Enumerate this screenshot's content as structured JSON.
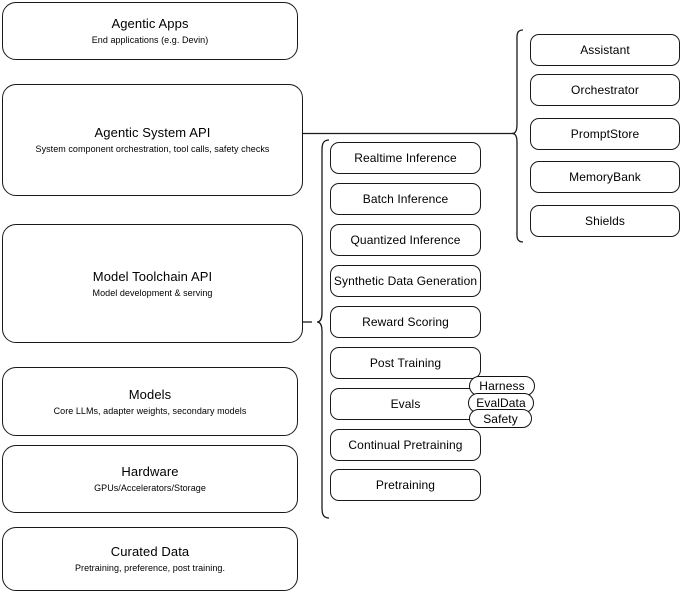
{
  "diagram": {
    "title": "Llama Stack layered architecture",
    "stroke_color": "#1a1a1a",
    "background_color": "#ffffff",
    "text_color": "#000000"
  },
  "layers": [
    {
      "name": "agentic-apps",
      "title": "Agentic Apps",
      "subtitle": "End applications (e.g. Devin)"
    },
    {
      "name": "agentic-system-api",
      "title": "Agentic System API",
      "subtitle": "System component orchestration, tool calls, safety checks"
    },
    {
      "name": "model-toolchain-api",
      "title": "Model Toolchain API",
      "subtitle": "Model development & serving"
    },
    {
      "name": "models",
      "title": "Models",
      "subtitle": "Core LLMs, adapter weights, secondary models"
    },
    {
      "name": "hardware",
      "title": "Hardware",
      "subtitle": "GPUs/Accelerators/Storage"
    },
    {
      "name": "curated-data",
      "title": "Curated Data",
      "subtitle": "Pretraining, preference, post training."
    }
  ],
  "toolchain_components": [
    {
      "name": "realtime-inference",
      "label": "Realtime Inference"
    },
    {
      "name": "batch-inference",
      "label": "Batch Inference"
    },
    {
      "name": "quantized-inference",
      "label": "Quantized Inference"
    },
    {
      "name": "synthetic-data-generation",
      "label": "Synthetic Data Generation"
    },
    {
      "name": "reward-scoring",
      "label": "Reward Scoring"
    },
    {
      "name": "post-training",
      "label": "Post Training"
    },
    {
      "name": "evals",
      "label": "Evals"
    },
    {
      "name": "continual-pretraining",
      "label": "Continual Pretraining"
    },
    {
      "name": "pretraining",
      "label": "Pretraining"
    }
  ],
  "agentic_components": [
    {
      "name": "assistant",
      "label": "Assistant"
    },
    {
      "name": "orchestrator",
      "label": "Orchestrator"
    },
    {
      "name": "promptstore",
      "label": "PromptStore"
    },
    {
      "name": "memorybank",
      "label": "MemoryBank"
    },
    {
      "name": "shields",
      "label": "Shields"
    }
  ],
  "evals_detail": [
    {
      "name": "harness",
      "label": "Harness"
    },
    {
      "name": "evaldata",
      "label": "EvalData"
    },
    {
      "name": "safety",
      "label": "Safety"
    }
  ]
}
